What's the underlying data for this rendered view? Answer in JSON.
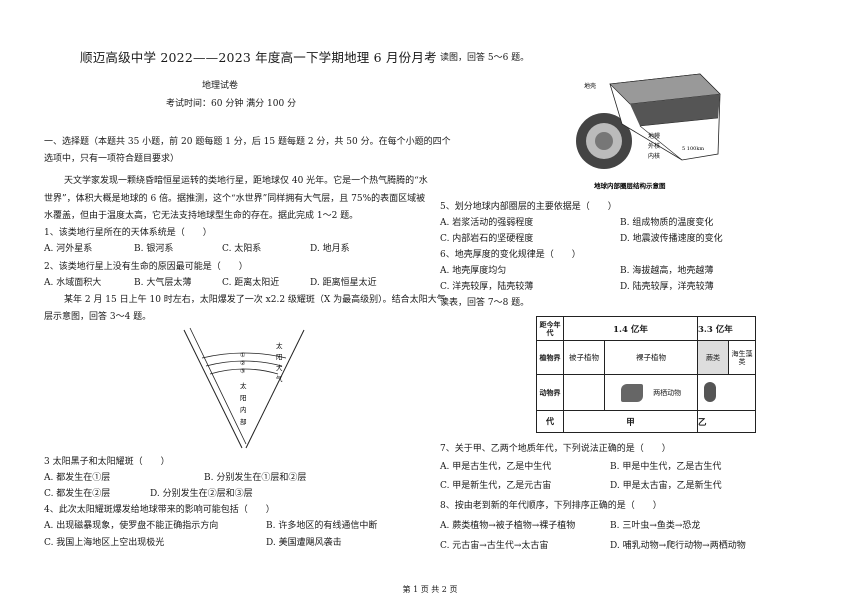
{
  "header": {
    "title": "顺迈高级中学 2022——2023 年度高一下学期地理 6 月份月考",
    "subject": "地理试卷",
    "exam_info": "考试时间：60 分钟    满分 100 分"
  },
  "section1": {
    "intro_line1": "一、选择题（本题共 35 小题，前 20 题每题 1 分，后 15 题每题 2 分，共 50 分。在每个小题的四个",
    "intro_line2": "选项中，只有一项符合题目要求）"
  },
  "passage1": {
    "line1": "天文学家发现一颗绕昏暗恒星运转的类地行星，距地球仅 40 光年。它是一个热气腾腾的“水",
    "line2": "世界”，体积大概是地球的 6 倍。据推测，这个“水世界”同样拥有大气层，且 75%的表面区域被",
    "line3": "水覆盖，但由于温度太高，它无法支持地球型生命的存在。据此完成 1～2 题。"
  },
  "q1": {
    "stem": "1、该类地行星所在的天体系统是（　　）",
    "a": "A. 河外星系",
    "b": "B. 银河系",
    "c": "C. 太阳系",
    "d": "D. 地月系"
  },
  "q2": {
    "stem": "2、该类地行星上没有生命的原因最可能是（　　）",
    "a": "A. 水域面积大",
    "b": "B. 大气层太薄",
    "c": "C. 距离太阳近",
    "d": "D. 距离恒星太近"
  },
  "passage2": {
    "line1": "某年 2 月 15 日上午 10 时左右，太阳爆发了一次 x2.2 级耀斑（X 为最高级别）。结合太阳大气",
    "line2": "层示意图，回答 3～4 题。"
  },
  "sun_diagram": {
    "labels": [
      "①",
      "②",
      "③"
    ],
    "atmos": "太阳大气",
    "interior": "太阳内部"
  },
  "q3": {
    "stem": "3  太阳黑子和太阳耀斑（　　）",
    "a": "A. 都发生在①层",
    "b": "B. 分别发生在①层和②层",
    "c": "C. 都发生在②层",
    "d": "D. 分别发生在②层和③层"
  },
  "q4": {
    "stem": "4、此次太阳耀斑爆发给地球带来的影响可能包括（　　）",
    "a": "A. 出现磁暴现象，使罗盘不能正确指示方向",
    "b": "B. 许多地区的有线通信中断",
    "c": "C. 我国上海地区上空出现极光",
    "d": "D. 美国遭飓风袭击"
  },
  "right_intro": "读图，回答 5～6 题。",
  "earth_diagram": {
    "labels": [
      "地壳",
      "地幔",
      "外核",
      "内核",
      "5 100km"
    ],
    "caption": "地球内部圈层结构示意图"
  },
  "q5": {
    "stem": "5、划分地球内部圈层的主要依据是（　　）",
    "a": "A. 岩浆活动的强弱程度",
    "b": "B. 组成物质的温度变化",
    "c": "C. 内部岩石的坚硬程度",
    "d": "D. 地震波传播速度的变化"
  },
  "q6": {
    "stem": "6、地壳厚度的变化规律是（　　）",
    "a": "A. 地壳厚度均匀",
    "b": "B. 海拔越高，地壳越薄",
    "c": "C. 洋壳较厚，陆壳较薄",
    "d": "D. 陆壳较厚，洋壳较薄"
  },
  "table_intro": "读表，回答 7～8 题。",
  "era_table": {
    "row_header_time": "距今年代",
    "time1": "1.4 亿年",
    "time2": "3.3 亿年",
    "row_header_plant": "植物界",
    "plant1": "被子植物",
    "plant2": "裸子植物",
    "plant3": "蕨类",
    "plant4": "海生藻类",
    "row_header_animal": "动物界",
    "animal2": "两栖动物",
    "row_header_era": "代",
    "era1": "甲",
    "era2": "乙"
  },
  "q7": {
    "stem": "7、关于甲、乙两个地质年代，下列说法正确的是（　　）",
    "a": "A. 甲是古生代，乙是中生代",
    "b": "B. 甲是中生代，乙是古生代",
    "c": "C. 甲是新生代，乙是元古宙",
    "d": "D. 甲是太古宙，乙是新生代"
  },
  "q8": {
    "stem": "8、按由老到新的年代顺序，下列排序正确的是（　　）",
    "a": "A. 蕨类植物→被子植物→裸子植物",
    "b": "B. 三叶虫→鱼类→恐龙",
    "c": "C. 元古宙→古生代→太古宙",
    "d": "D. 哺乳动物→爬行动物→两栖动物"
  },
  "footer": "第 1 页 共 2 页"
}
